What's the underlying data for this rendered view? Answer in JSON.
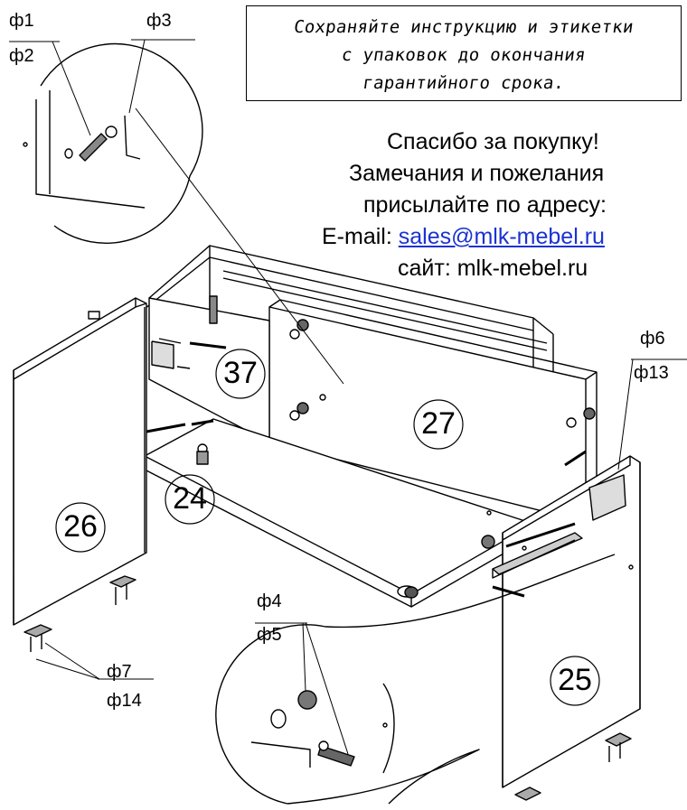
{
  "notice": {
    "line1": "Сохраняйте инструкцию и этикетки",
    "line2": "с упаковок до окончания",
    "line3": "гарантийного срока."
  },
  "thanks": {
    "line1": "Спасибо за покупку!",
    "line2": "Замечания и пожелания",
    "line3": "присылайте по адресу:",
    "email_prefix": "E-mail: ",
    "email": "sales@mlk-mebel.ru",
    "site": "сайт: mlk-mebel.ru"
  },
  "fittings": {
    "f1": "ф1",
    "f2": "ф2",
    "f3": "ф3",
    "f4": "ф4",
    "f5": "ф5",
    "f6": "ф6",
    "f13": "ф13",
    "f7": "ф7",
    "f14": "ф14"
  },
  "parts": {
    "p37": "37",
    "p27": "27",
    "p24": "24",
    "p26": "26",
    "p25": "25"
  }
}
